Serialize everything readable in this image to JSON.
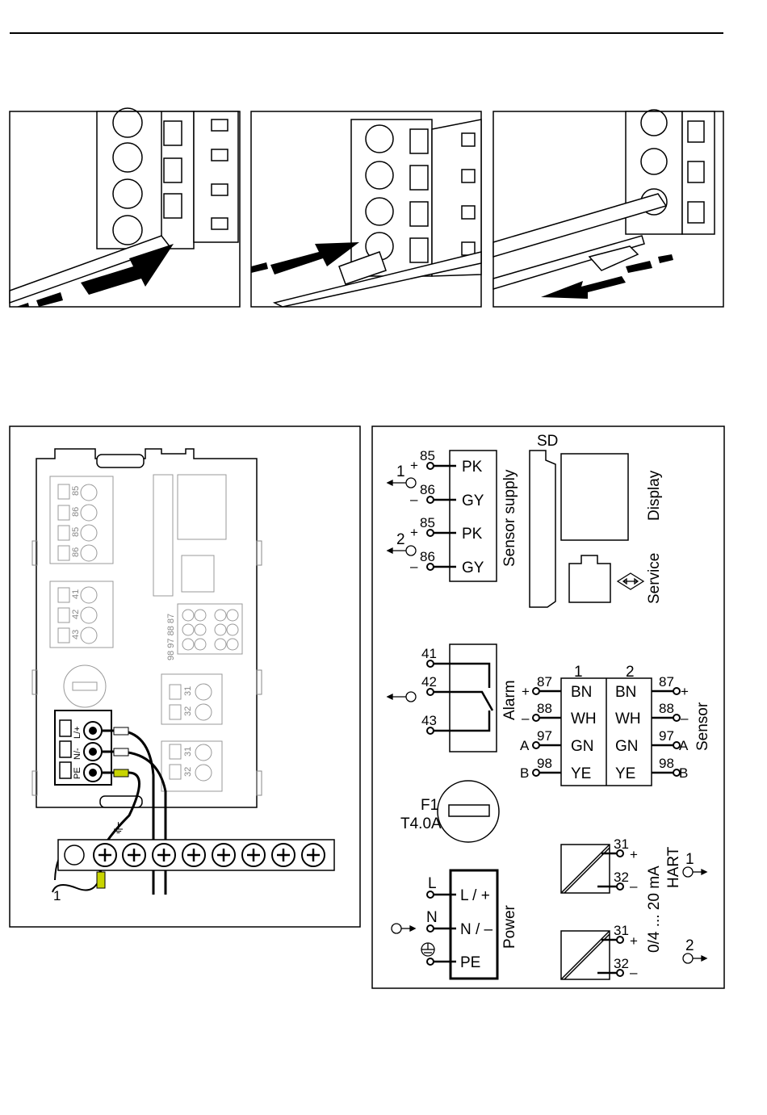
{
  "schematic": {
    "sd": "SD",
    "display": "Display",
    "service": "Service",
    "sensor_supply": "Sensor supply",
    "sensor_supply_rows": [
      {
        "term": "85",
        "sign": "+",
        "wire": "PK"
      },
      {
        "term": "86",
        "sign": "–",
        "wire": "GY"
      },
      {
        "term": "85",
        "sign": "+",
        "wire": "PK"
      },
      {
        "term": "86",
        "sign": "–",
        "wire": "GY"
      }
    ],
    "supply_out": [
      "1",
      "2"
    ],
    "alarm": "Alarm",
    "alarm_terms": [
      "41",
      "42",
      "43"
    ],
    "sensor": "Sensor",
    "sensor_cols": [
      "1",
      "2"
    ],
    "sensor_rows": [
      {
        "term": "87",
        "sign": "+",
        "wire": "BN"
      },
      {
        "term": "88",
        "sign": "–",
        "wire": "WH"
      },
      {
        "term": "97",
        "sign": "A",
        "wire": "GN"
      },
      {
        "term": "98",
        "sign": "B",
        "wire": "YE"
      }
    ],
    "fuse_name": "F1",
    "fuse_rating": "T4.0A",
    "power": "Power",
    "power_terms": [
      "L",
      "N"
    ],
    "power_labels": [
      "L / +",
      "N / –",
      "PE"
    ],
    "current_range": "0/4 ... 20 mA",
    "hart": "HART",
    "out1": {
      "t1": "31",
      "t2": "32",
      "n": "1"
    },
    "out2": {
      "t1": "31",
      "t2": "32",
      "n": "2"
    },
    "plus": "+",
    "minus": "–"
  },
  "board": {
    "callout": "1",
    "block1": [
      "85",
      "86",
      "85",
      "86"
    ],
    "block2": [
      "41",
      "42",
      "43"
    ],
    "block3": "98 97 88 87",
    "block4": [
      "31",
      "32"
    ],
    "block5": [
      "31",
      "32"
    ],
    "power_block": [
      "L/+",
      "N/-",
      "PE"
    ]
  }
}
